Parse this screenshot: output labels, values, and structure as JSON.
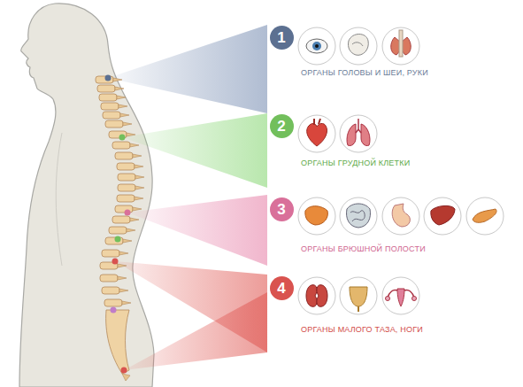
{
  "diagram": {
    "nodes": [
      {
        "text": [
          "1"
        ]
      },
      {
        "text": [
          "2"
        ]
      },
      {
        "text": [
          "3"
        ]
      },
      {
        "text": [
          "4"
        ]
      }
    ],
    "labels": [
      "ОРГАНЫ ГОЛОВЫ И ШЕИ, РУКИ",
      "ОРГАНЫ ГРУДНОЙ КЛЕТКИ",
      "ОРГАНЫ БРЮШНОЙ ПОЛОСТИ",
      "ОРГАНЫ МАЛОГО ТАЗА, НОГИ"
    ]
  }
}
